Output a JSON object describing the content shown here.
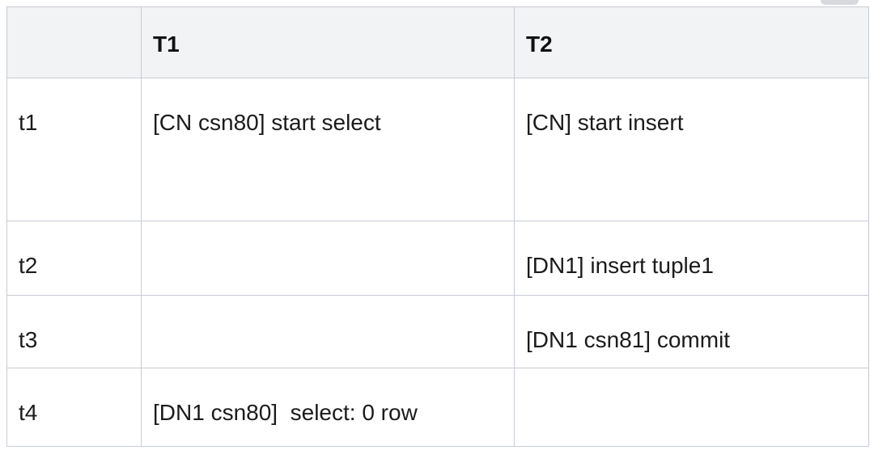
{
  "table": {
    "columns": [
      {
        "label": ""
      },
      {
        "label": "T1"
      },
      {
        "label": "T2"
      }
    ],
    "rows": [
      {
        "time": "t1",
        "t1": "[CN csn80] start select",
        "t2": "[CN] start insert"
      },
      {
        "time": "t2",
        "t1": "",
        "t2": "[DN1] insert tuple1"
      },
      {
        "time": "t3",
        "t1": "",
        "t2": "[DN1 csn81] commit"
      },
      {
        "time": "t4",
        "t1": "[DN1 csn80]  select: 0 row",
        "t2": ""
      }
    ],
    "colors": {
      "header_bg": "#f2f3f5",
      "border": "#c7ccd4",
      "text": "#1b1b1b"
    }
  },
  "decor": {
    "top_right_tab_color": "#d7d9dc"
  }
}
